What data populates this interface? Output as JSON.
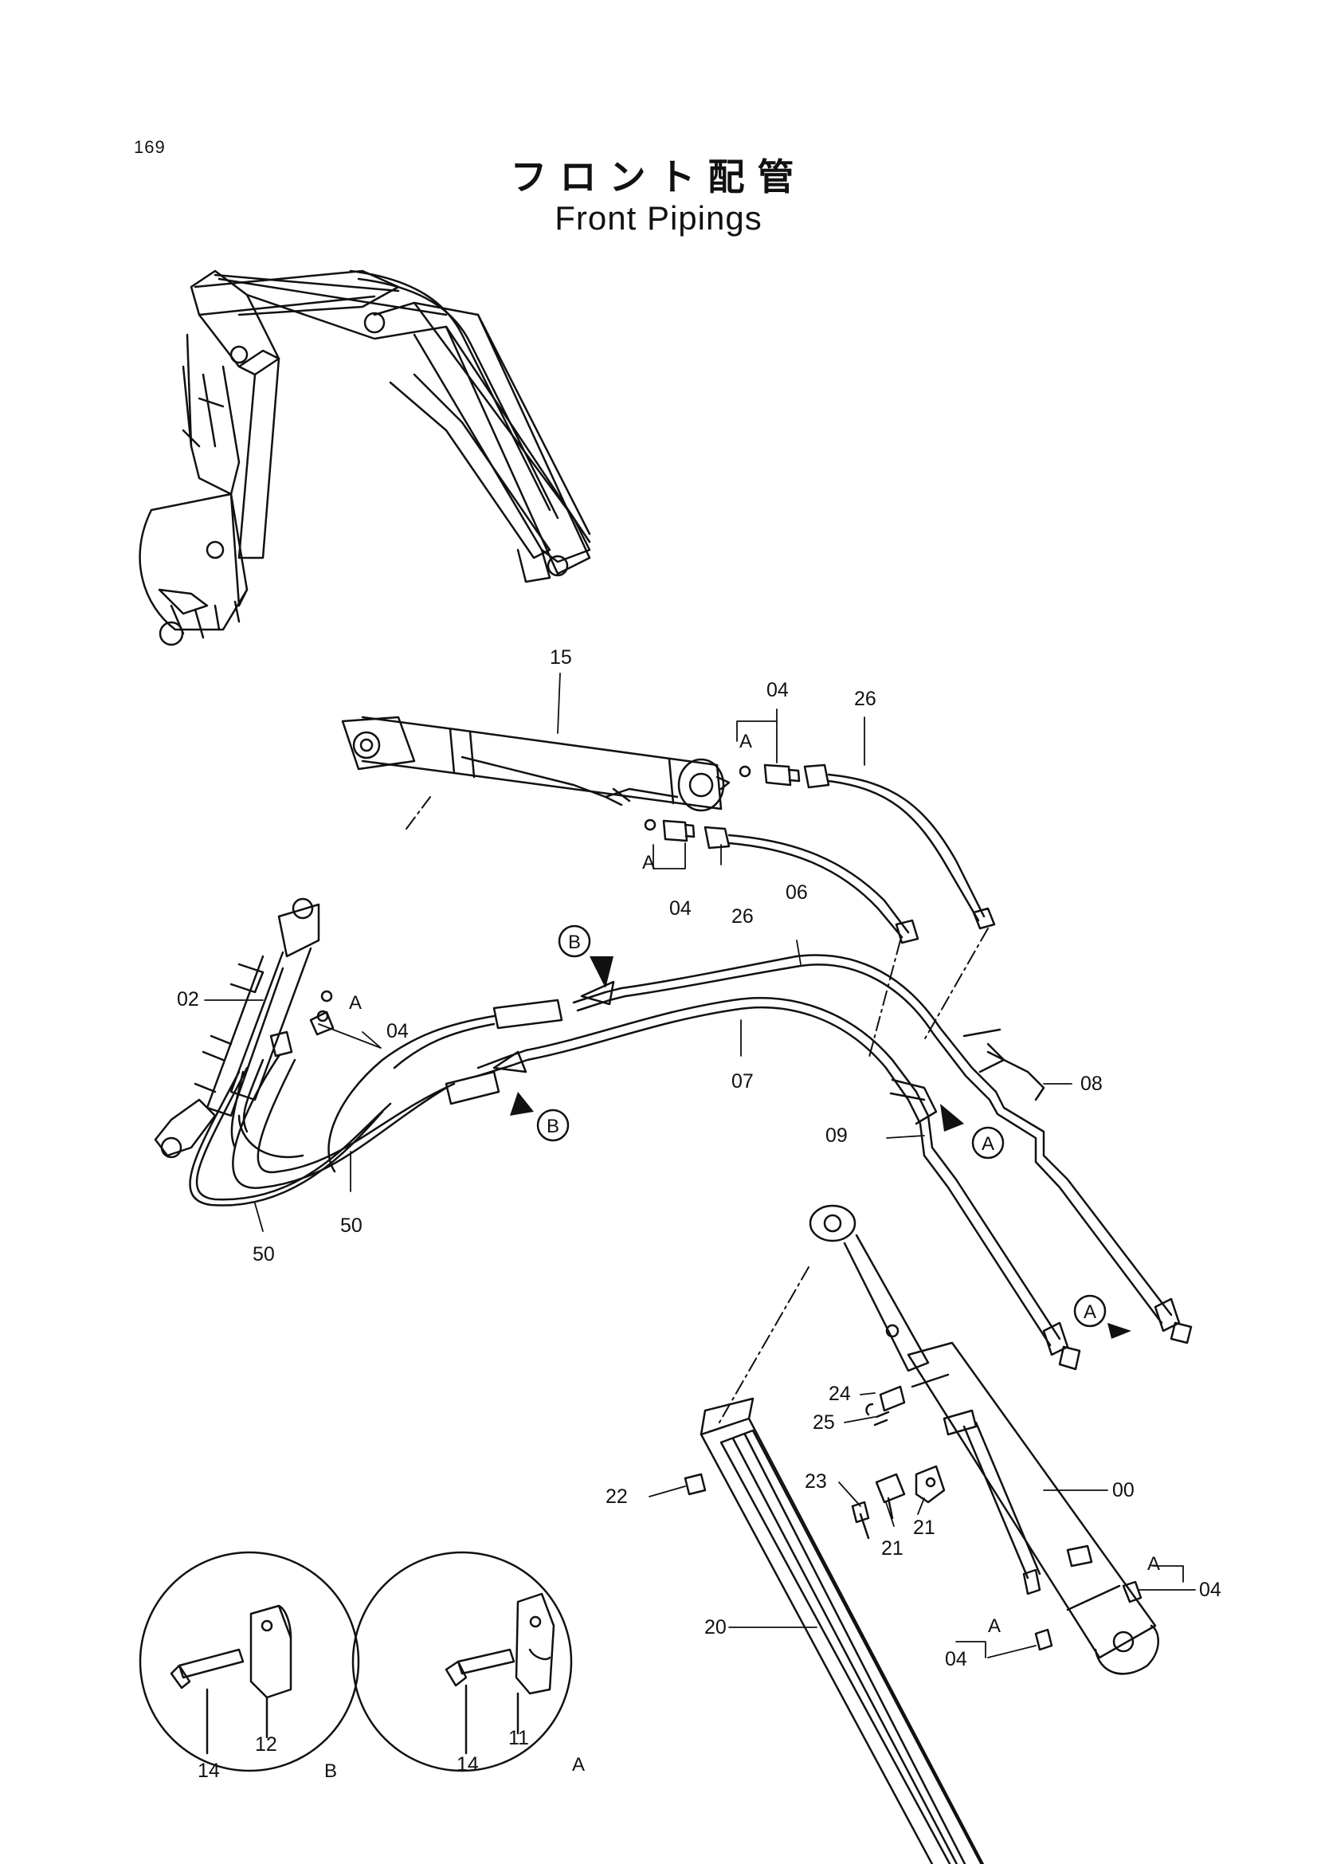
{
  "page": {
    "number": "169"
  },
  "title": {
    "japanese": "フロント配管",
    "english": "Front Pipings"
  },
  "callouts": [
    "15",
    "04",
    "26",
    "04",
    "26",
    "06",
    "02",
    "04",
    "07",
    "08",
    "09",
    "50",
    "50",
    "24",
    "25",
    "00",
    "22",
    "23",
    "21",
    "21",
    "04",
    "20",
    "04",
    "12",
    "14",
    "11",
    "14"
  ],
  "ref_marks": {
    "a": "A",
    "b": "B"
  },
  "detail_views": [
    {
      "label": "B",
      "parts": [
        "12",
        "14"
      ]
    },
    {
      "label": "A",
      "parts": [
        "11",
        "14"
      ]
    }
  ]
}
